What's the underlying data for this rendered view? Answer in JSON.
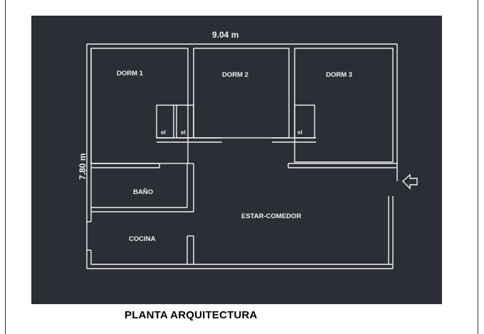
{
  "dimensions": {
    "width": "9.04 m",
    "height": "7.80 m"
  },
  "rooms": {
    "dorm1": "DORM 1",
    "dorm2": "DORM 2",
    "dorm3": "DORM 3",
    "closet1": "el",
    "closet2": "el",
    "closet3": "el",
    "bano": "BAÑO",
    "cocina": "COCINA",
    "estar": "ESTAR-COMEDOR"
  },
  "entrance_icon": "arrow-left-icon",
  "colors": {
    "background": "#2b2f35",
    "lines": "#f2f2f2"
  },
  "title": "PLANTA ARQUITECTURA"
}
